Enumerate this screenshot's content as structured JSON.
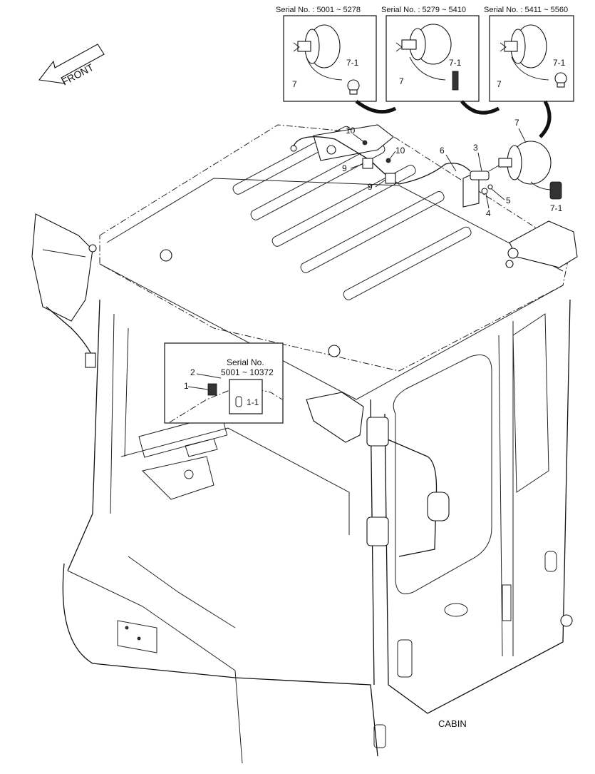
{
  "title": "CABIN",
  "front_label": "FRONT",
  "serial_variants": [
    {
      "serial": "Serial No.  : 5001 ~ 5278",
      "part": "7",
      "bulb": "7-1"
    },
    {
      "serial": "Serial No.  : 5279 ~ 5410",
      "part": "7",
      "bulb": "7-1"
    },
    {
      "serial": "Serial No.  : 5411 ~ 5560",
      "part": "7",
      "bulb": "7-1"
    }
  ],
  "inset": {
    "serial_line1": "Serial No.",
    "serial_line2": "5001 ~ 10372",
    "parts": [
      "1",
      "2",
      "1-1"
    ]
  },
  "callouts": {
    "p3": "3",
    "p4": "4",
    "p5": "5",
    "p6": "6",
    "p7": "7",
    "p7_1": "7-1",
    "p9a": "9",
    "p9b": "9",
    "p10a": "10",
    "p10b": "10"
  }
}
